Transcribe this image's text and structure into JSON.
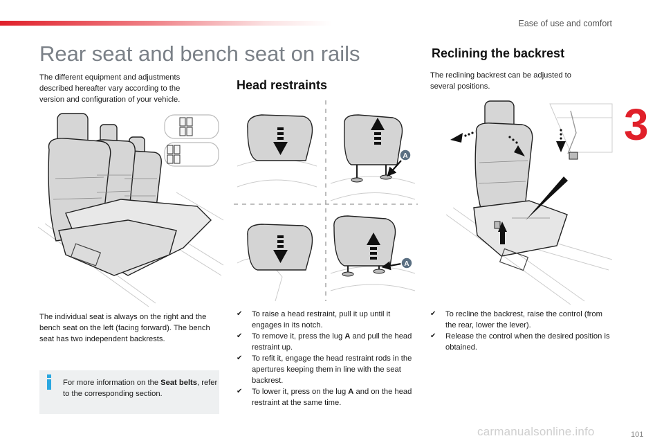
{
  "header": {
    "section_title": "Ease of use and comfort",
    "chapter_number": "3",
    "page_number": "101"
  },
  "watermark": "carmanualsonline.info",
  "title": "Rear seat and bench seat on rails",
  "intro": "The different equipment and adjustments described hereafter vary according to the version and configuration of your vehicle.",
  "seats_note": "The individual seat is always on the right and the bench seat on the left (facing forward). The bench seat has two independent backrests.",
  "info_box": {
    "before": "For more information on the ",
    "bold": "Seat belts",
    "after": ", refer to the corresponding section."
  },
  "head_restraints": {
    "heading": "Head restraints",
    "lug_label": "A",
    "bullets": [
      {
        "text": "To raise a head restraint, pull it up until it engages in its notch."
      },
      {
        "before": "To remove it, press the lug ",
        "bold": "A",
        "after": " and pull the head restraint up."
      },
      {
        "text": "To refit it, engage the head restraint rods in the apertures keeping them in line with the seat backrest."
      },
      {
        "before": "To lower it, press on the lug ",
        "bold": "A",
        "after": " and on the head restraint at the same time."
      }
    ]
  },
  "reclining": {
    "heading": "Reclining the backrest",
    "intro": "The reclining backrest can be adjusted to several positions.",
    "bullets": [
      {
        "text": "To recline the backrest, raise the control (from the rear, lower the lever)."
      },
      {
        "text": "Release the control when the desired position is obtained."
      }
    ]
  },
  "bullet_mark": "✔",
  "colors": {
    "accent_red": "#e0202a",
    "title_grey": "#7a8087",
    "info_blue": "#2aa7e0",
    "box_bg": "#eef0f1"
  }
}
